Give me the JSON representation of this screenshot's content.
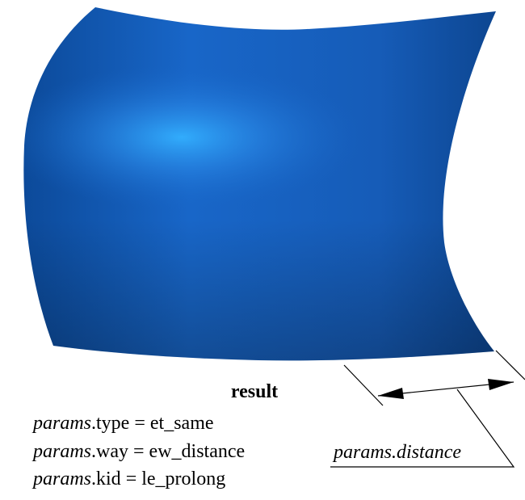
{
  "caption": "result",
  "params": [
    {
      "object": "params",
      "field": ".type",
      "rhs": " = et_same"
    },
    {
      "object": "params",
      "field": ".way",
      "rhs": " = ew_distance"
    },
    {
      "object": "params",
      "field": ".kid",
      "rhs": "  = le_prolong"
    }
  ],
  "dimension_label": "params.distance",
  "colors": {
    "surface_dark": "#0a3f86",
    "surface_mid": "#1560c0",
    "surface_highlight": "#2aa3ff",
    "lines": "#000000"
  }
}
